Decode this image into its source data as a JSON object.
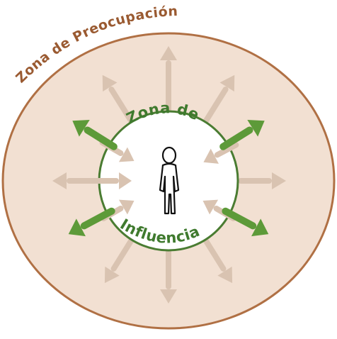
{
  "diagram": {
    "outer_label": "Zona de Preocupación",
    "inner_label_top": "Zona de",
    "inner_label_bottom": "Influencia",
    "colors": {
      "outer_fill": "#f2e0d2",
      "outer_stroke": "#b07044",
      "inner_fill": "#ffffff",
      "inner_stroke": "#4a7c32",
      "outer_text": "#9a5a31",
      "inner_text": "#3f7a2e",
      "brown_arrow": "#d9c3b1",
      "green_arrow": "#5d9a39",
      "person_stroke": "#111111"
    },
    "icons": {
      "person": "person-icon",
      "outward_arrow": "outward-arrow-icon",
      "inward_arrow": "inward-arrow-icon"
    }
  }
}
